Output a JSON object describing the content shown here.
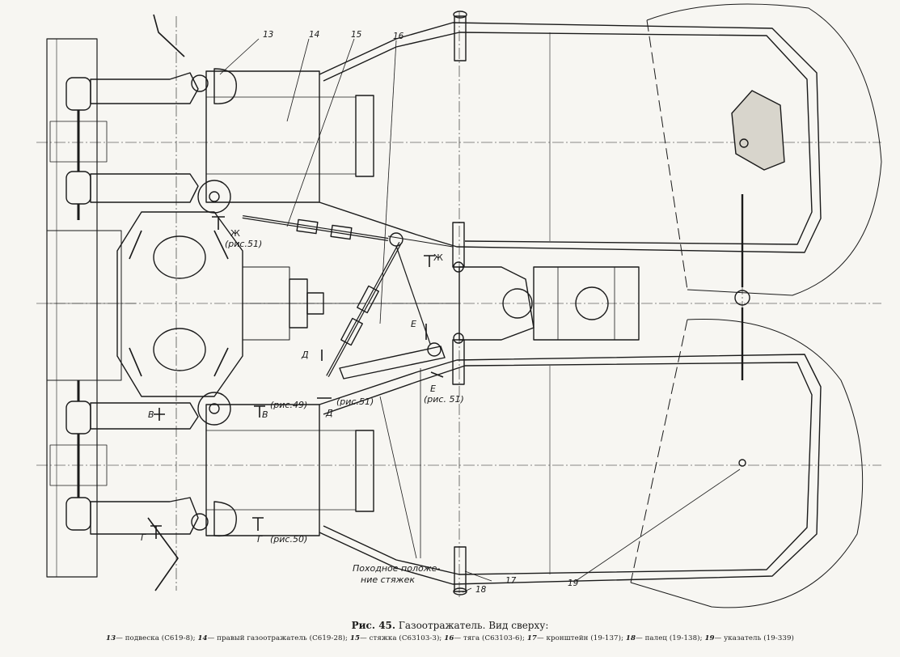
{
  "callouts": {
    "c13_top": "13",
    "c14": "14",
    "c15": "15",
    "c16": "16",
    "c17": "17",
    "c18": "18",
    "c19": "19"
  },
  "section_marks": {
    "zh_upper": "Ж",
    "ris51_upper": "(рис.51)",
    "zh_right": "Ж",
    "e_upper": "Е",
    "d_left": "Д",
    "d_lower": "Д",
    "ris51_mid": "(рис.51)",
    "e_lower": "Е",
    "ris51_lower": "(рис. 51)",
    "v_left": "В",
    "v_right": "В",
    "ris49": "(рис.49)",
    "g_left": "Г",
    "g_right": "Г",
    "ris50": "(рис.50)"
  },
  "transport_note": {
    "line1": "Походное положе-",
    "line2": "ние стяжек"
  },
  "caption": {
    "figure": "Рис. 45.",
    "title": "Газоотражатель. Вид сверху:"
  },
  "legend": [
    {
      "num": "13",
      "text": "— подвеска (С619-8);"
    },
    {
      "num": "14",
      "text": "— правый газоотражатель (С619-28);"
    },
    {
      "num": "15",
      "text": "— стяжка (С63103-3);"
    },
    {
      "num": "16",
      "text": "— тяга (С63103-6);"
    },
    {
      "num": "17",
      "text": "— кронштейн (19-137);"
    },
    {
      "num": "18",
      "text": "— палец (19-138);"
    },
    {
      "num": "19",
      "text": "— указатель (19-339)"
    }
  ]
}
